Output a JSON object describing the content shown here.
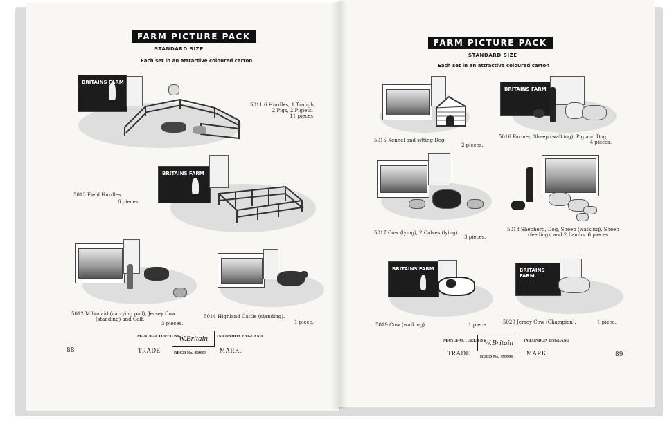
{
  "left_page": {
    "title": "FARM PICTURE PACK",
    "subtitle": "STANDARD SIZE",
    "note": "Each set in an attractive coloured carton",
    "items": [
      {
        "line1": "5011   6 Hurdles, 1 Trough,",
        "line2": "2 Pigs, 2 Piglets.",
        "line3": "11 pieces"
      },
      {
        "line1": "5013   Field Hurdles.",
        "line2": "6 pieces."
      },
      {
        "line1": "5012   Milkmaid (carrying pail), Jersey Cow",
        "line2": "(standing) and Calf.",
        "line3": "3 pieces."
      },
      {
        "line1": "5014   Highland Cattle (standing).",
        "line2": "1 piece."
      }
    ],
    "trademark": {
      "top_left": "MANUFACTURED BY",
      "top_right": "IN LONDON ENGLAND",
      "logo": "W.Britain",
      "regd": "REGD No. 459993",
      "trade": "TRADE",
      "mark": "MARK."
    },
    "page_number": "88",
    "box_label": "BRITAINS FARM"
  },
  "right_page": {
    "title": "FARM PICTURE PACK",
    "subtitle": "STANDARD SIZE",
    "note": "Each set in an attractive coloured carton",
    "items": [
      {
        "line1": "5015   Kennel and sitting Dog.",
        "line2": "2 pieces."
      },
      {
        "line1": "5016   Farmer, Sheep (walking), Pig and Dog",
        "line2": "4 pieces."
      },
      {
        "line1": "5017   Cow (lying), 2 Calves (lying).",
        "line2": "3 pieces."
      },
      {
        "line1": "5018   Shepherd, Dog, Sheep (walking), Sheep",
        "line2": "(feeding), and 2 Lambs.   6 pieces."
      },
      {
        "line1": "5019   Cow (walking).",
        "line2": "1 piece."
      },
      {
        "line1": "5020   Jersey Cow (Champion).",
        "line2": "1 piece."
      }
    ],
    "trademark": {
      "top_left": "MANUFACTURED BY",
      "top_right": "IN LONDON ENGLAND",
      "logo": "W.Britain",
      "regd": "REGD No. 459993",
      "trade": "TRADE",
      "mark": "MARK."
    },
    "page_number": "89",
    "box_label": "BRITAINS FARM"
  }
}
